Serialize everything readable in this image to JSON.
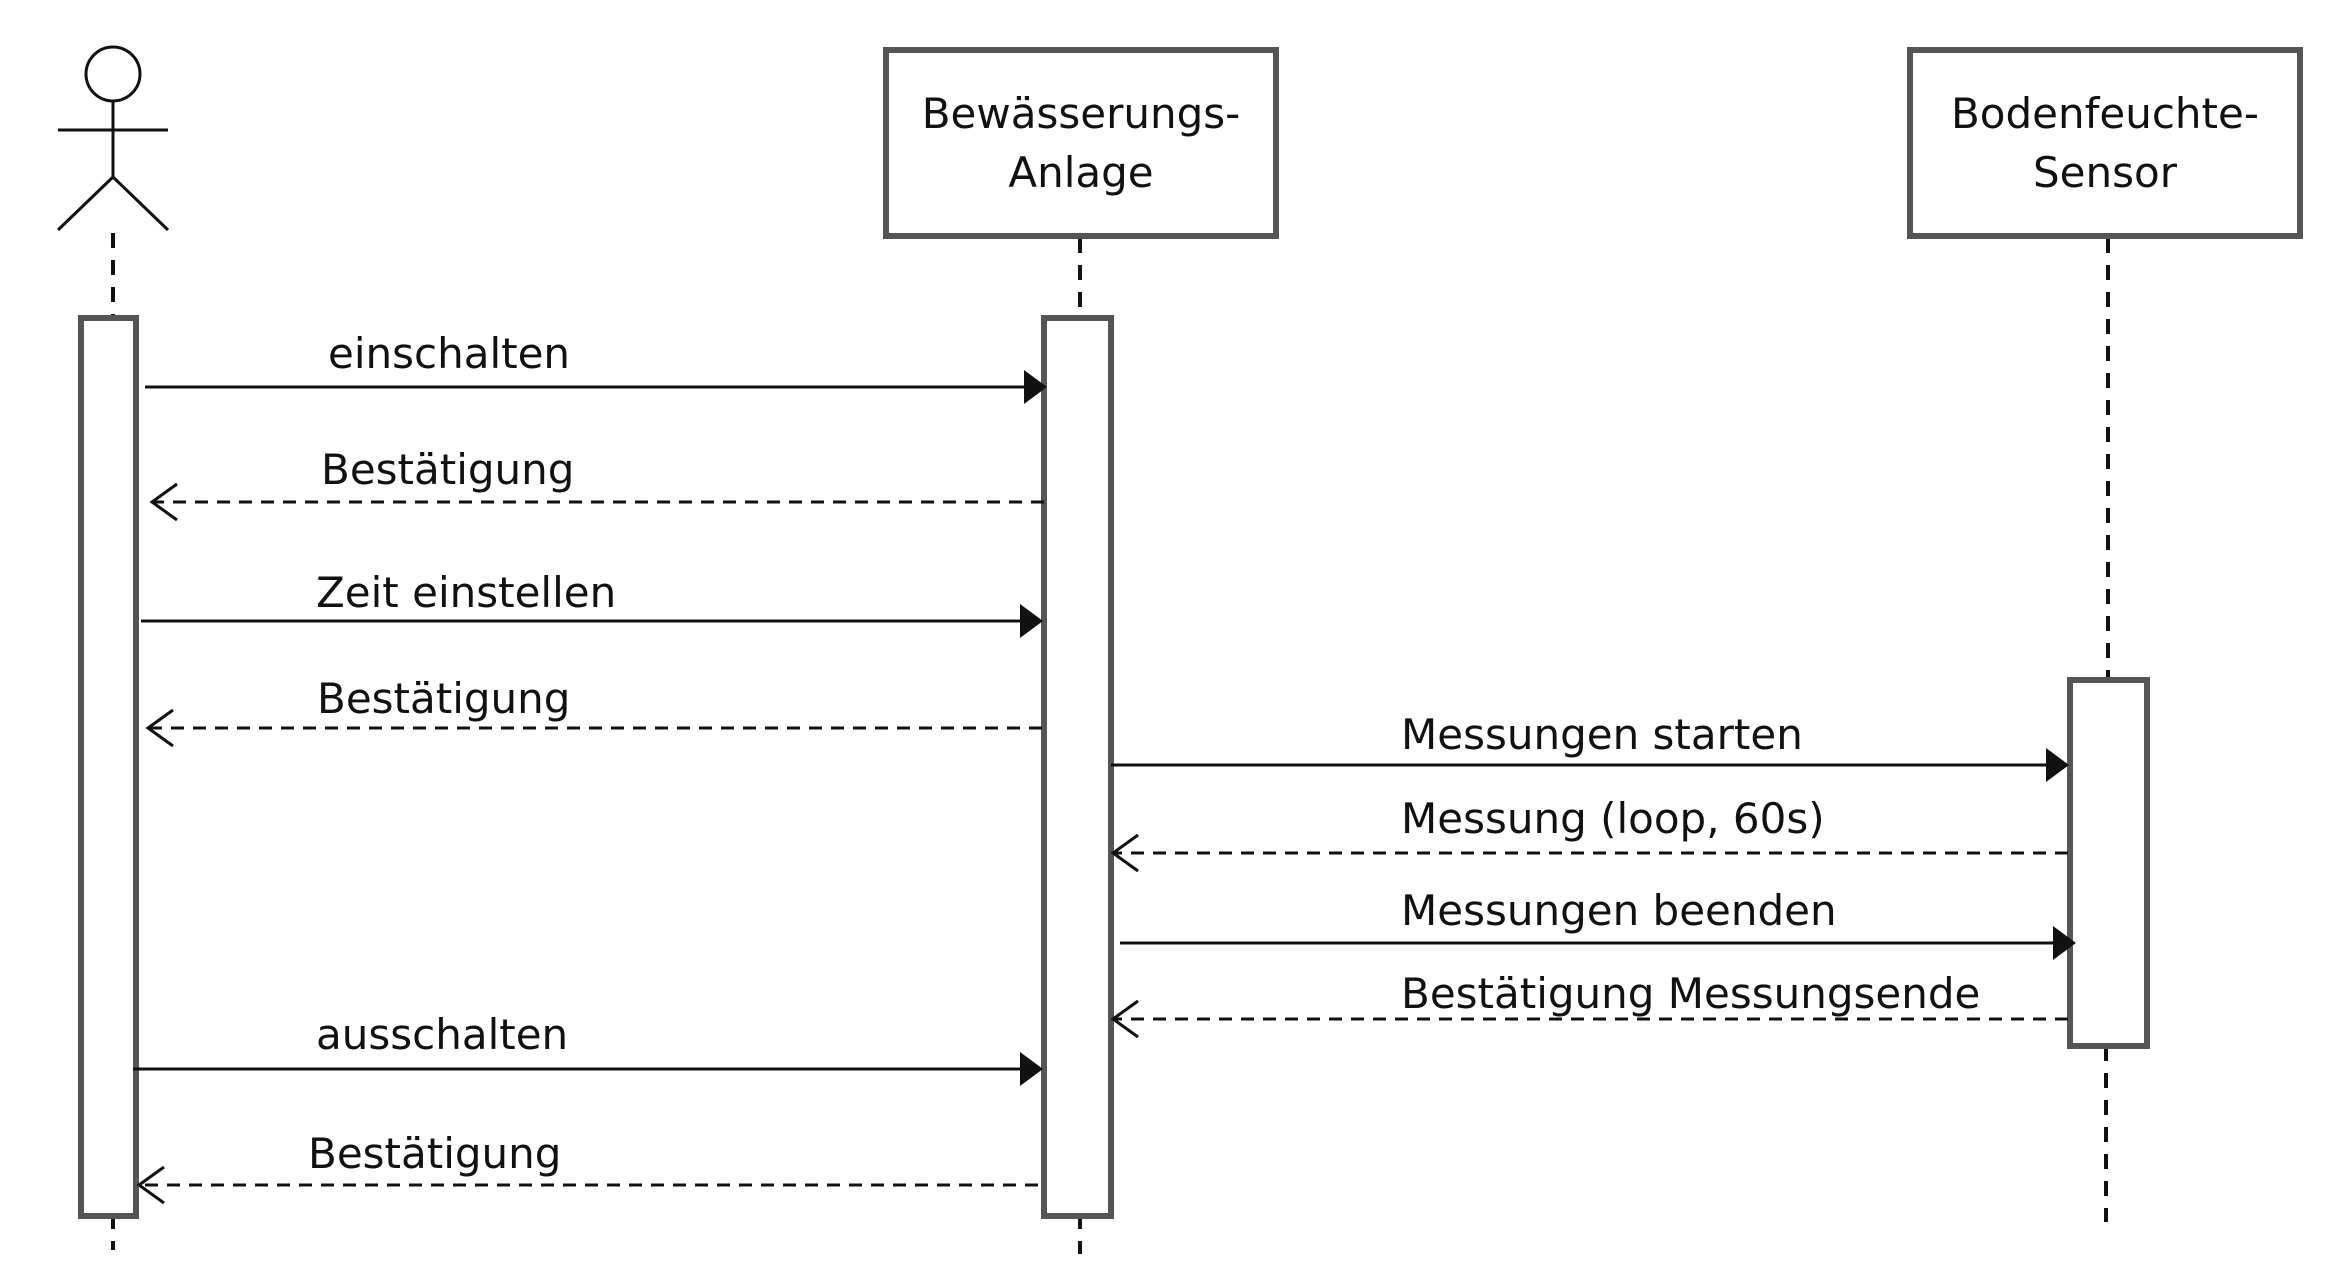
{
  "participants": {
    "actor": {
      "label": ""
    },
    "irrigation": {
      "line1": "Bewässerungs-",
      "line2": "Anlage"
    },
    "sensor": {
      "line1": "Bodenfeuchte-",
      "line2": "Sensor"
    }
  },
  "messages": [
    {
      "from": "actor",
      "to": "irrigation",
      "label": "einschalten",
      "kind": "sync"
    },
    {
      "from": "irrigation",
      "to": "actor",
      "label": "Bestätigung",
      "kind": "reply"
    },
    {
      "from": "actor",
      "to": "irrigation",
      "label": "Zeit einstellen",
      "kind": "sync"
    },
    {
      "from": "irrigation",
      "to": "actor",
      "label": "Bestätigung",
      "kind": "reply"
    },
    {
      "from": "irrigation",
      "to": "sensor",
      "label": "Messungen starten",
      "kind": "sync"
    },
    {
      "from": "sensor",
      "to": "irrigation",
      "label": "Messung (loop, 60s)",
      "kind": "reply"
    },
    {
      "from": "irrigation",
      "to": "sensor",
      "label": "Messungen beenden",
      "kind": "sync"
    },
    {
      "from": "sensor",
      "to": "irrigation",
      "label": "Bestätigung Messungsende",
      "kind": "reply"
    },
    {
      "from": "actor",
      "to": "irrigation",
      "label": "ausschalten",
      "kind": "sync"
    },
    {
      "from": "irrigation",
      "to": "actor",
      "label": "Bestätigung",
      "kind": "reply"
    }
  ]
}
